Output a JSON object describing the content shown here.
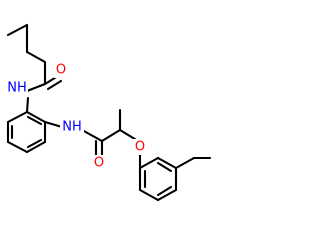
{
  "molecule": {
    "atoms": {
      "amide_n1": {
        "text": "NH",
        "color": "#0000ff"
      },
      "amide_o1": {
        "text": "O",
        "color": "#ff0000"
      },
      "amide_n2": {
        "text": "NH",
        "color": "#0000ff"
      },
      "amide_o2": {
        "text": "O",
        "color": "#ff0000"
      },
      "ether_o": {
        "text": "O",
        "color": "#ff0000"
      }
    }
  }
}
